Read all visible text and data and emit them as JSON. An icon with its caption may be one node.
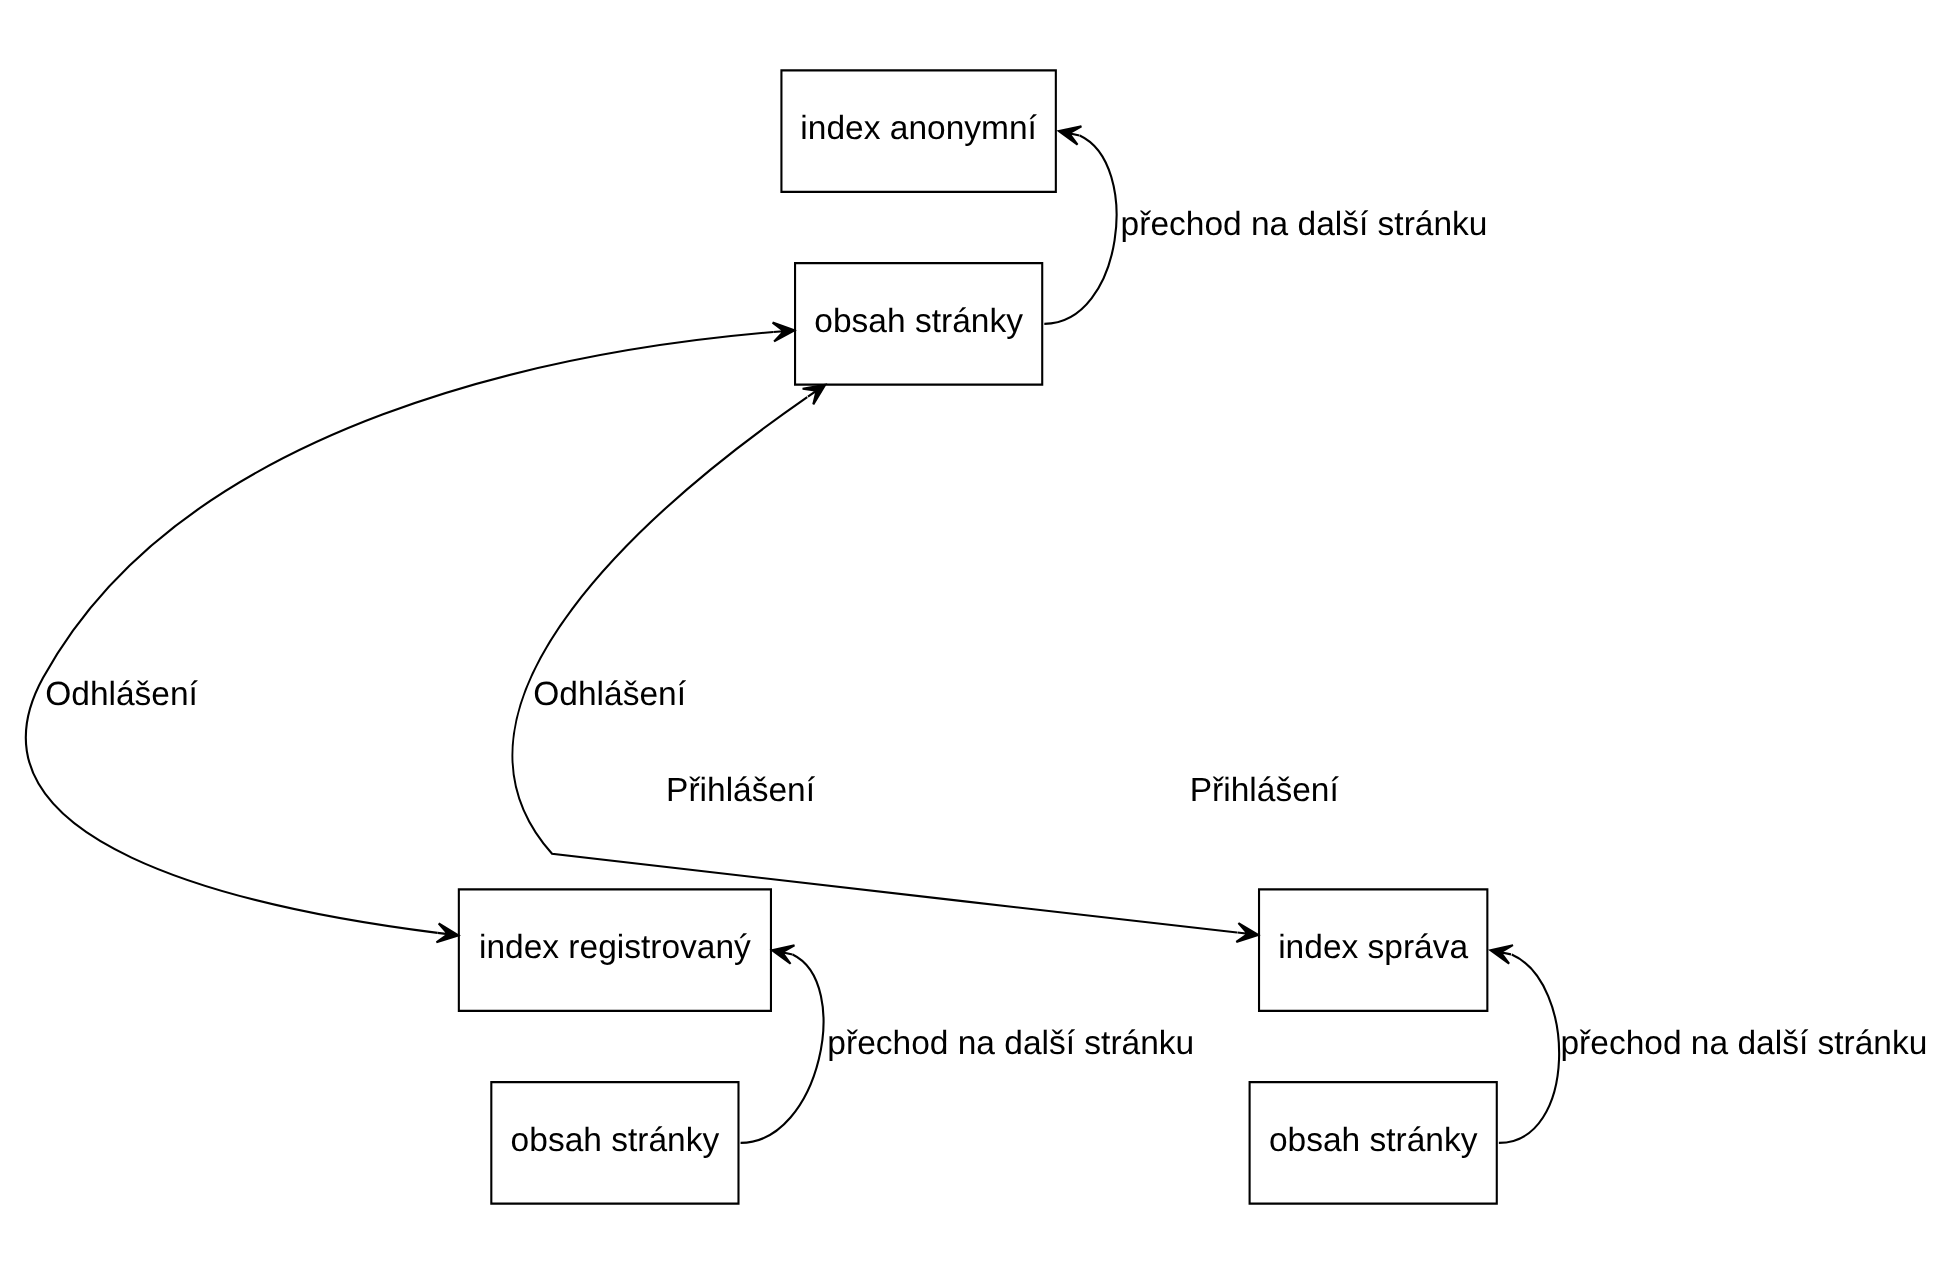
{
  "diagram": {
    "nodes": [
      {
        "text": [
          "index anonymní"
        ]
      },
      {
        "text": [
          "obsah stránky"
        ]
      },
      {
        "text": [
          "index registrovaný"
        ]
      },
      {
        "text": [
          "obsah stránky"
        ]
      },
      {
        "text": [
          "index správa"
        ]
      },
      {
        "text": [
          "obsah stránky"
        ]
      }
    ],
    "edges": [
      {
        "from": 1,
        "to": 0,
        "arrow": "to",
        "label": "přechod na další stránku"
      },
      {
        "from": 1,
        "to": 2,
        "arrow": "both",
        "label": "Odhlášení"
      },
      {
        "from": 1,
        "to": 4,
        "arrow": "both",
        "label": "Odhlášení"
      },
      {
        "from": 3,
        "to": 2,
        "arrow": "to",
        "label": "přechod na další stránku"
      },
      {
        "from": 5,
        "to": 4,
        "arrow": "to",
        "label": "přechod na další stránku"
      }
    ],
    "labels": [
      "Přihlášení",
      "Přihlášení"
    ]
  }
}
